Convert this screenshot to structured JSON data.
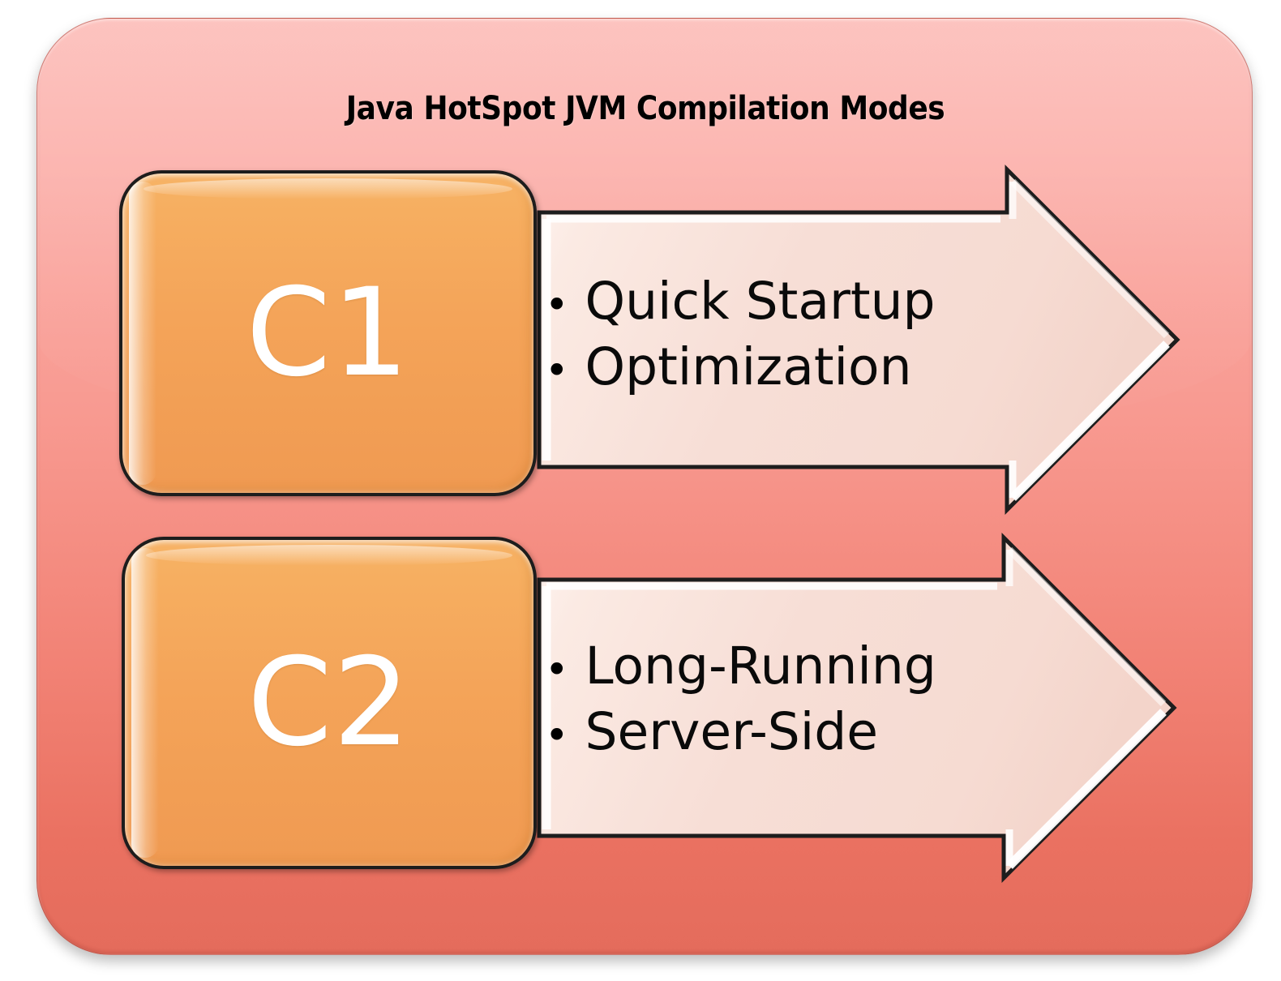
{
  "diagram": {
    "title": "Java HotSpot JVM Compilation Modes",
    "theme": {
      "panel_top_color": "#fcb3ae",
      "panel_bottom_color": "#e46c5c",
      "box_fill_color": "#f4a459",
      "box_border_color": "#1d1d1d",
      "box_label_color": "#ffffff",
      "arrow_fill_color": "#f7ded6",
      "arrow_border_color": "#1d1d1d",
      "text_color": "#000000"
    },
    "modes": [
      {
        "id": "c1",
        "box_label": "C1",
        "bullet_glyph": "•",
        "features": [
          "Quick Startup",
          "Optimization"
        ]
      },
      {
        "id": "c2",
        "box_label": "C2",
        "bullet_glyph": "•",
        "features": [
          "Long-Running",
          "Server-Side"
        ]
      }
    ]
  }
}
